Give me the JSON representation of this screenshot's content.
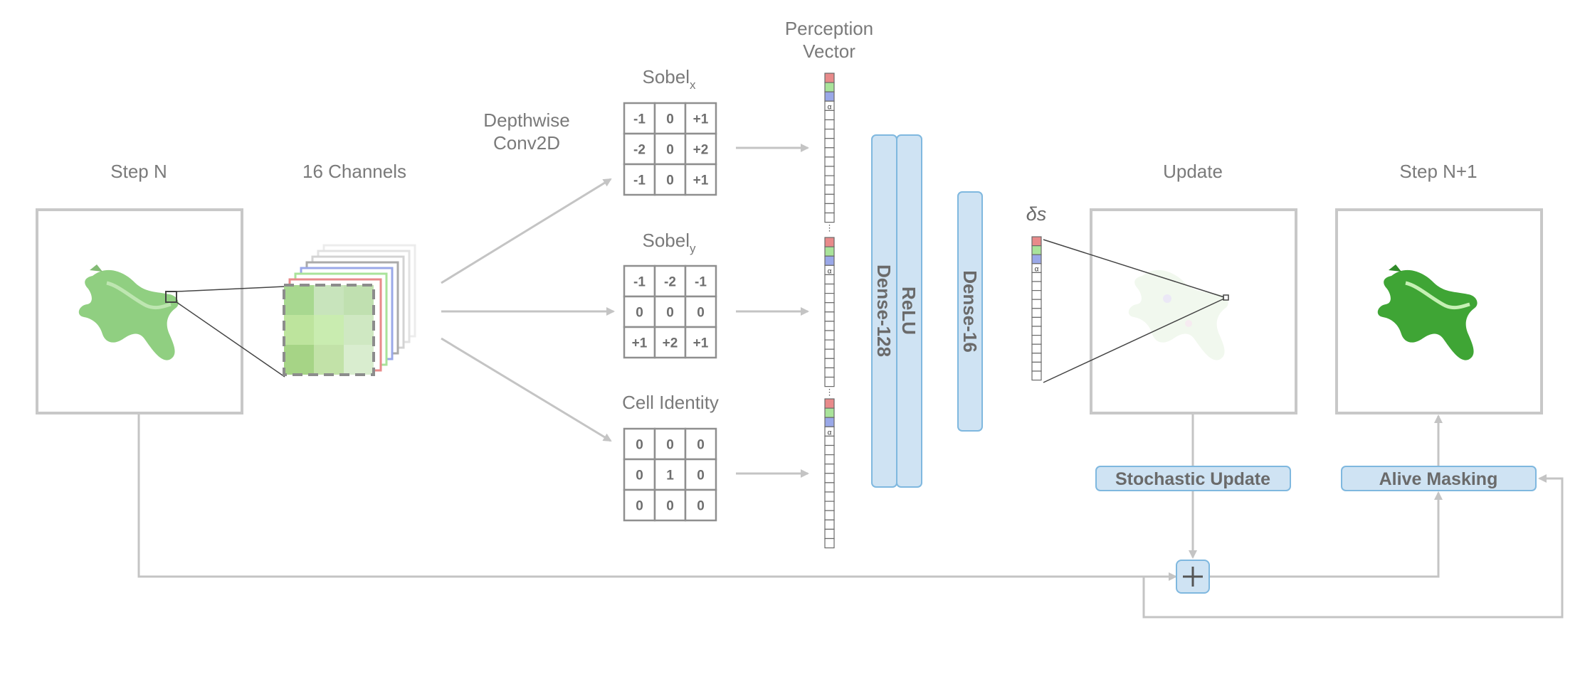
{
  "labels": {
    "step_n": "Step N",
    "channels": "16 Channels",
    "depthwise_line1": "Depthwise",
    "depthwise_line2": "Conv2D",
    "perception_line1": "Perception",
    "perception_line2": "Vector",
    "sobel_x": "Sobel",
    "sobel_x_sub": "x",
    "sobel_y": "Sobel",
    "sobel_y_sub": "y",
    "cell_identity": "Cell Identity",
    "update": "Update",
    "step_n1": "Step N+1",
    "delta_s": "δs",
    "alpha": "α"
  },
  "kernels": {
    "sobel_x": [
      [
        "-1",
        "0",
        "+1"
      ],
      [
        "-2",
        "0",
        "+2"
      ],
      [
        "-1",
        "0",
        "+1"
      ]
    ],
    "sobel_y": [
      [
        "-1",
        "-2",
        "-1"
      ],
      [
        "0",
        "0",
        "0"
      ],
      [
        "+1",
        "+2",
        "+1"
      ]
    ],
    "identity": [
      [
        "0",
        "0",
        "0"
      ],
      [
        "0",
        "1",
        "0"
      ],
      [
        "0",
        "0",
        "0"
      ]
    ]
  },
  "layers": {
    "dense128": "Dense-128",
    "relu": "ReLU",
    "dense16": "Dense-16"
  },
  "buttons": {
    "stochastic_update": "Stochastic Update",
    "alive_masking": "Alive Masking"
  },
  "colors": {
    "layer_fill": "#cfe3f3",
    "layer_stroke": "#7fb8df",
    "arrow": "#c4c4c4",
    "red_channel": "#e88a8a",
    "green_channel": "#a9e39a",
    "blue_channel": "#9aa8e8",
    "lizard_green": "#5db84a"
  }
}
